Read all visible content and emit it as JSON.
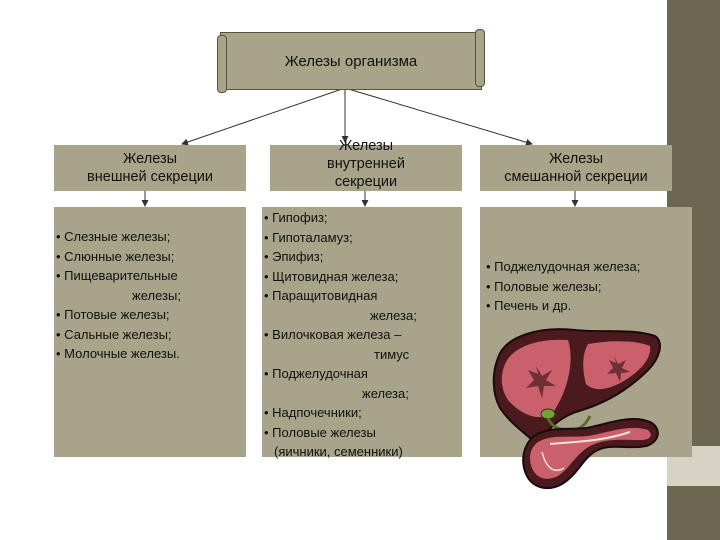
{
  "root": {
    "title": "Железы организма"
  },
  "categories": [
    {
      "title_lines": [
        "Железы",
        "внешней секреции"
      ],
      "items": [
        [
          "Слезные железы;"
        ],
        [
          "Слюнные железы;"
        ],
        [
          "Пищеварительные",
          "железы;"
        ],
        [
          "Потовые железы;"
        ],
        [
          "Сальные железы;"
        ],
        [
          "Молочные железы."
        ]
      ]
    },
    {
      "title_lines": [
        "Железы",
        "внутренней",
        "секреции"
      ],
      "items": [
        [
          "Гипофиз;"
        ],
        [
          "Гипоталамуз;"
        ],
        [
          "Эпифиз;"
        ],
        [
          "Щитовидная железа;"
        ],
        [
          "Паращитовидная",
          "железа;"
        ],
        [
          "Вилочковая железа –",
          "тимус"
        ],
        [
          "Поджелудочная",
          "железа;"
        ],
        [
          "Надпочечники;"
        ],
        [
          "Половые железы",
          "(яичники, семенники)"
        ]
      ]
    },
    {
      "title_lines": [
        "Железы",
        "смешанной секреции"
      ],
      "items": [
        [
          "Поджелудочная железа;"
        ],
        [
          "Половые железы;"
        ],
        [
          "Печень и др."
        ]
      ]
    }
  ],
  "colors": {
    "box": "#a7a489",
    "side_bar": "#6b6650",
    "organ_fill": "#c9606b",
    "organ_dark": "#4a1a1f"
  },
  "image": {
    "icon": "liver-pancreas-illustration"
  }
}
